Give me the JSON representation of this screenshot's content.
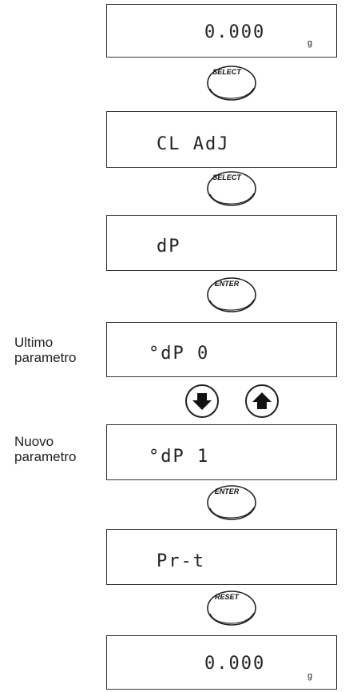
{
  "steps": [
    {
      "display": "0.000",
      "unit": "g"
    },
    {
      "button": "SELECT"
    },
    {
      "display": "CL AdJ"
    },
    {
      "button": "SELECT"
    },
    {
      "display": "dP"
    },
    {
      "button": "ENTER"
    },
    {
      "display": "°dP 0",
      "side_label": "Ultimo\nparametro"
    },
    {
      "arrows": [
        "down-arrow-icon",
        "up-arrow-icon"
      ]
    },
    {
      "display": "°dP 1",
      "side_label": "Nuovo\nparametro"
    },
    {
      "button": "ENTER"
    },
    {
      "display": "Pr-t"
    },
    {
      "button": "RESET"
    },
    {
      "display": "0.000",
      "unit": "g"
    }
  ],
  "labels": {
    "ultimo_line1": "Ultimo",
    "ultimo_line2": "parametro",
    "nuovo_line1": "Nuovo",
    "nuovo_line2": "parametro"
  },
  "displays": {
    "d1": "0.000",
    "d1_unit": "g",
    "d2": "CL AdJ",
    "d3": "dP",
    "d4": "°dP 0",
    "d5": "°dP 1",
    "d6": "Pr-t",
    "d7": "0.000",
    "d7_unit": "g"
  },
  "buttons": {
    "b1": "SELECT",
    "b2": "SELECT",
    "b3": "ENTER",
    "b4": "ENTER",
    "b5": "RESET"
  }
}
